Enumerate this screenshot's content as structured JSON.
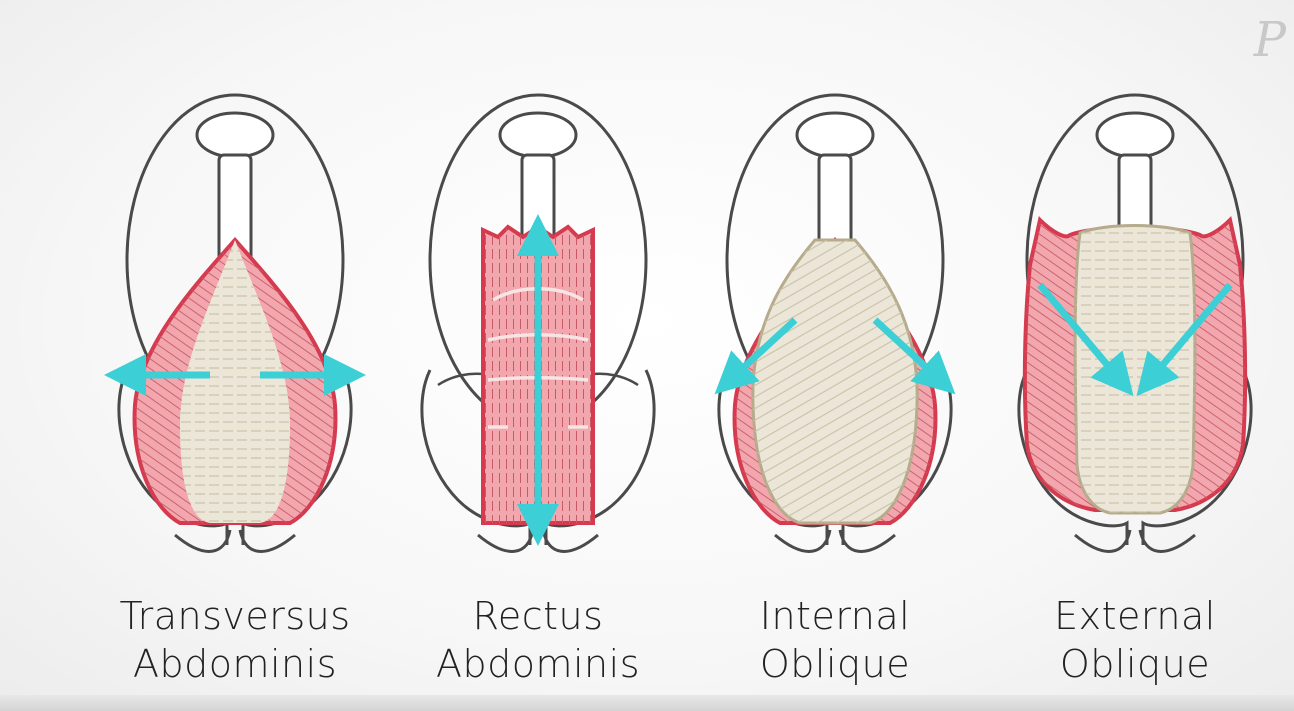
{
  "colors": {
    "muscle_fill": "#f2a7ae",
    "muscle_stroke": "#d63a4e",
    "fascia_fill": "#ebe6d8",
    "fascia_stroke": "#b6ab8c",
    "arrow": "#3ccfd6",
    "outline": "#4a4a4a"
  },
  "corner_mark": "P",
  "figures": [
    {
      "label_line1": "Transversus",
      "label_line2": "Abdominis",
      "arrow_direction": "outward-horizontal"
    },
    {
      "label_line1": "Rectus",
      "label_line2": "Abdominis",
      "arrow_direction": "vertical"
    },
    {
      "label_line1": "Internal",
      "label_line2": "Oblique",
      "arrow_direction": "outward-downward"
    },
    {
      "label_line1": "External",
      "label_line2": "Oblique",
      "arrow_direction": "inward-downward"
    }
  ]
}
